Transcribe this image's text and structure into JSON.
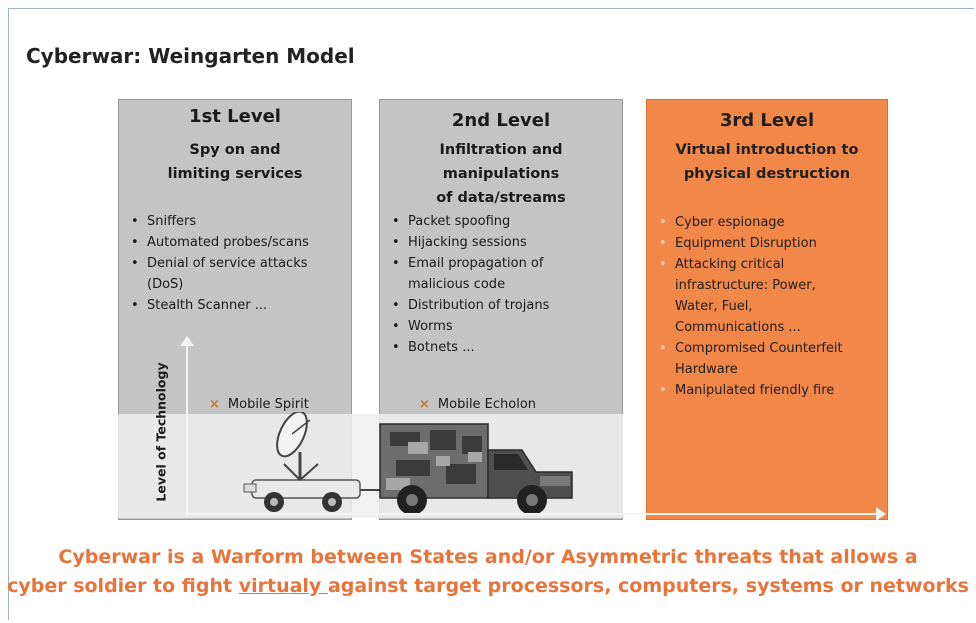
{
  "title": "Cyberwar: Weingarten Model",
  "levels": [
    {
      "heading": "1st Level",
      "subtitle_lines": [
        "Spy on and",
        "limiting services"
      ],
      "items": [
        "Sniffers",
        "Automated probes/scans",
        "Denial of service attacks (DoS)",
        "Stealth Scanner ..."
      ],
      "marker": "Mobile Spirit"
    },
    {
      "heading": "2nd Level",
      "subtitle_lines": [
        "Infiltration and",
        "manipulations",
        "of data/streams"
      ],
      "items": [
        "Packet spoofing",
        "Hijacking sessions",
        "Email propagation of malicious code",
        "Distribution of trojans",
        "Worms",
        "Botnets ..."
      ],
      "marker": "Mobile Echolon"
    },
    {
      "heading": "3rd Level",
      "subtitle_lines": [
        "Virtual introduction to",
        "physical destruction"
      ],
      "items": [
        "Cyber espionage",
        "Equipment Disruption",
        "Attacking critical infrastructure: Power, Water, Fuel, Communications ...",
        "Compromised Counterfeit Hardware",
        "Manipulated friendly fire"
      ]
    }
  ],
  "axis_label": "Level of Technology",
  "footer": {
    "line1": "Cyberwar is a Warform between States and/or Asymmetric threats that allows a",
    "line2_before": "cyber soldier to fight ",
    "line2_underlined": "virtualy ",
    "line2_after": "against target processors, computers, systems or networks"
  },
  "colors": {
    "grey_panel": "#c4c4c4",
    "orange_panel": "#f2874a",
    "footer_text": "#e8743b",
    "marker_x": "#c9772a"
  }
}
